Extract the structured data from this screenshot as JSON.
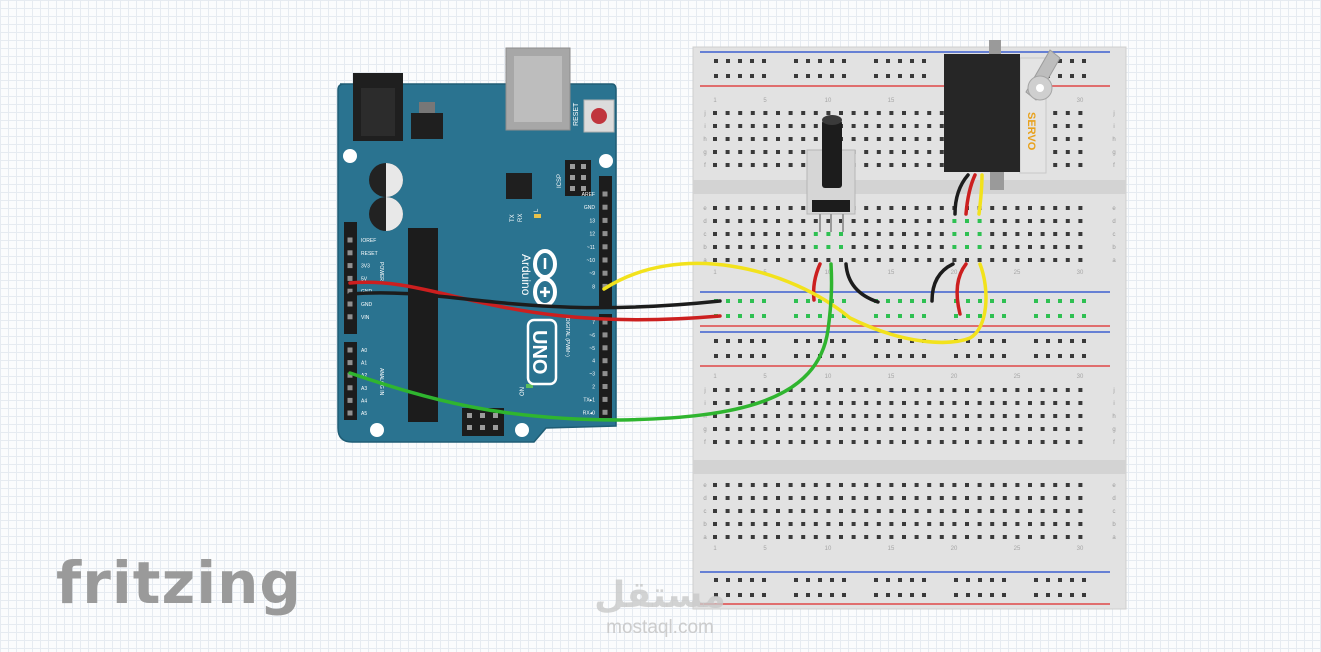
{
  "app": {
    "logo_text": "fritzing"
  },
  "watermark": {
    "arabic": "مستقل",
    "url": "mostaql.com"
  },
  "arduino": {
    "brand": "Arduino",
    "model": "UNO",
    "reset_label": "RESET",
    "icsp_label": "ICSP",
    "digital_header_label": "DIGITAL (PWM~)",
    "analog_header_label": "ANALOG IN",
    "power_header_label": "POWER",
    "tx_label": "TX",
    "rx_label": "RX",
    "l_label": "L",
    "on_label": "ON",
    "power_pins": [
      "IOREF",
      "RESET",
      "3V3",
      "5V",
      "GND",
      "GND",
      "VIN"
    ],
    "analog_pins": [
      "A0",
      "A1",
      "A2",
      "A3",
      "A4",
      "A5"
    ],
    "digital_top_pins": [
      "AREF",
      "GND",
      "13",
      "12",
      "~11",
      "~10",
      "~9",
      "8"
    ],
    "digital_bottom_pins": [
      "7",
      "~6",
      "~5",
      "4",
      "~3",
      "2",
      "TX▸1",
      "RX◂0"
    ]
  },
  "breadboard": {
    "row_letters": [
      "j",
      "i",
      "h",
      "g",
      "f",
      "e",
      "d",
      "c",
      "b",
      "a"
    ],
    "column_markers": [
      "1",
      "5",
      "10",
      "15",
      "20",
      "25",
      "30"
    ]
  },
  "components": {
    "potentiometer": {
      "name": "potentiometer"
    },
    "servo": {
      "label": "SERVO"
    }
  },
  "wires": [
    {
      "name": "red-power-wire",
      "color": "#cc1f1f"
    },
    {
      "name": "black-ground-wire",
      "color": "#1c1c1c"
    },
    {
      "name": "yellow-signal-wire",
      "color": "#f2e21c"
    },
    {
      "name": "green-analog-wire",
      "color": "#2fb52f"
    }
  ],
  "colors": {
    "board_blue": "#2a7390",
    "rail_red": "#e04848",
    "rail_blue": "#3d5fd0",
    "connected_hole": "#2fc052"
  }
}
